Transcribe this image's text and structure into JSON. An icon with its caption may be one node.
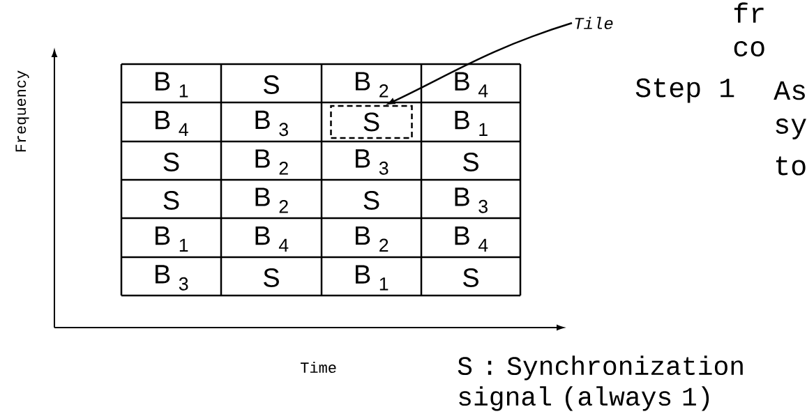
{
  "diagram": {
    "nodes": [
      {
        "text": [
          "Tile"
        ]
      },
      {
        "text": [
          "S"
        ]
      }
    ],
    "edges": [
      {
        "from": 0,
        "to": 1,
        "arrow": "to"
      }
    ],
    "labels": [
      "fr",
      "co",
      "Step 1",
      "As",
      "sy",
      "to",
      "Frequency",
      "B $_{1}$",
      "S",
      "B $_{2}$",
      "B $_{4}$",
      "B $_{4}$",
      "B $_{3}$",
      "B $_{1}$",
      "S",
      "B $_{2}$",
      "B $_{3}$",
      "S",
      "S",
      "B $_{2}$",
      "S",
      "B $_{3}$",
      "B $_{1}$",
      "B $_{4}$",
      "B $_{2}$",
      "B $_{4}$",
      "B $_{3}$",
      "S",
      "B $_{1}$",
      "S",
      "Time",
      "S : Synchronization signal (always 1)"
    ]
  }
}
